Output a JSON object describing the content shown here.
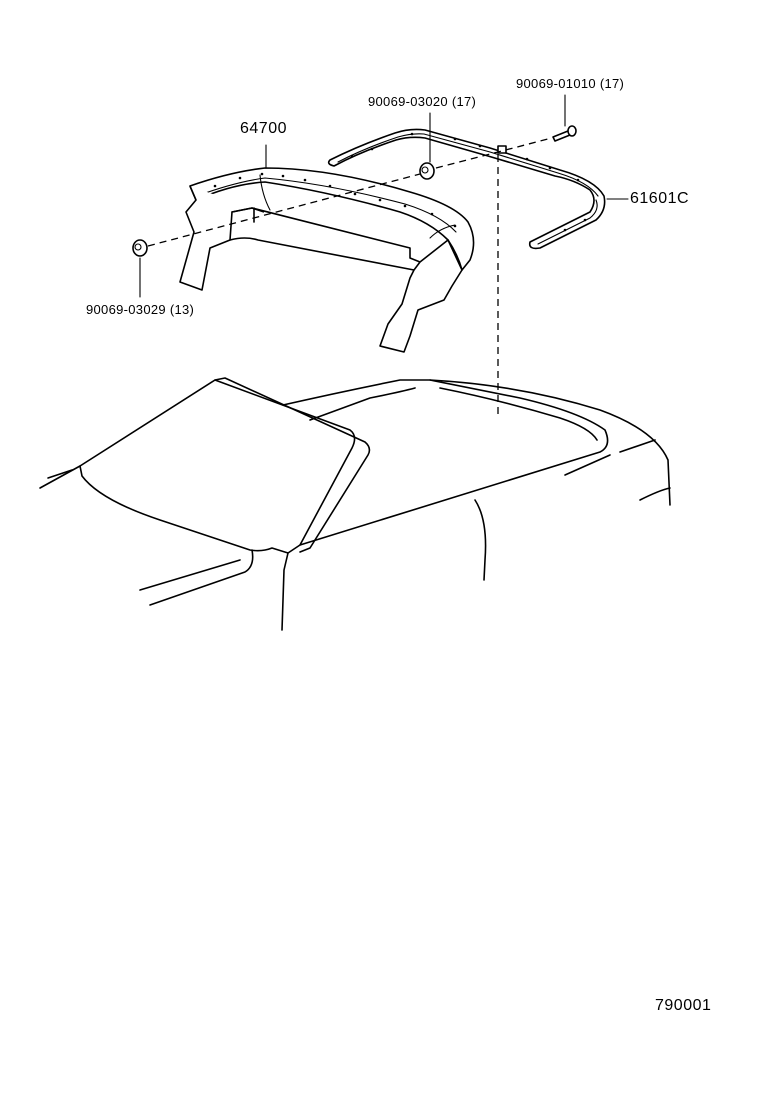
{
  "diagram": {
    "type": "exploded-parts-diagram",
    "subject": "Removable roof / targa top panel and weatherstrip",
    "diagram_code": "790001",
    "callouts": [
      {
        "id": "64700",
        "label": "64700",
        "part": "roof side rail / rear panel assembly"
      },
      {
        "id": "61601C",
        "label": "61601C",
        "part": "roof weatherstrip retainer"
      },
      {
        "id": "90069-03020",
        "label": "90069-03020 (17)",
        "part": "nut"
      },
      {
        "id": "90069-01010",
        "label": "90069-01010 (17)",
        "part": "screw"
      },
      {
        "id": "90069-03029",
        "label": "90069-03029 (13)",
        "part": "nut"
      }
    ],
    "colors": {
      "line": "#000000",
      "background": "#ffffff"
    }
  }
}
